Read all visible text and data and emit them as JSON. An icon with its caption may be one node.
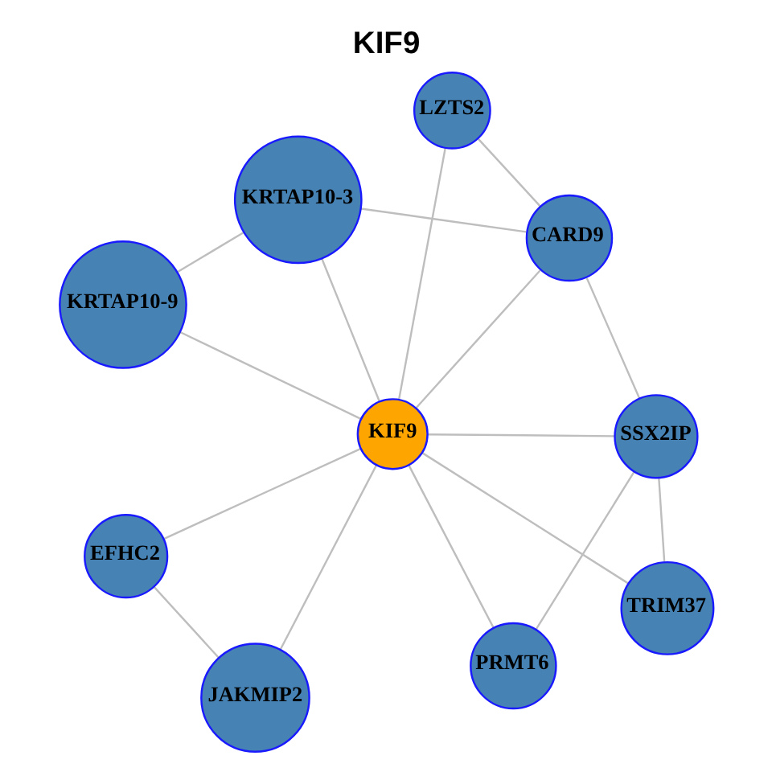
{
  "diagram": {
    "title": "KIF9",
    "nodes": [
      {
        "text": [
          "KRTAP10-9"
        ]
      },
      {
        "text": [
          "KRTAP10-3"
        ]
      },
      {
        "text": [
          "JAKMIP2"
        ]
      },
      {
        "text": [
          "LZTS2"
        ]
      },
      {
        "text": [
          "CARD9"
        ]
      },
      {
        "text": [
          "KIF9"
        ]
      },
      {
        "text": [
          "EFHC2"
        ]
      },
      {
        "text": [
          "SSX2IP"
        ]
      },
      {
        "text": [
          "PRMT6"
        ]
      },
      {
        "text": [
          "TRIM37"
        ]
      }
    ],
    "edges": [
      {
        "from": 0,
        "to": 1,
        "arrow": "none"
      },
      {
        "from": 0,
        "to": 5,
        "arrow": "none"
      },
      {
        "from": 1,
        "to": 5,
        "arrow": "none"
      },
      {
        "from": 1,
        "to": 4,
        "arrow": "none"
      },
      {
        "from": 3,
        "to": 4,
        "arrow": "none"
      },
      {
        "from": 3,
        "to": 5,
        "arrow": "none"
      },
      {
        "from": 4,
        "to": 5,
        "arrow": "none"
      },
      {
        "from": 4,
        "to": 7,
        "arrow": "none"
      },
      {
        "from": 2,
        "to": 5,
        "arrow": "none"
      },
      {
        "from": 2,
        "to": 6,
        "arrow": "none"
      },
      {
        "from": 5,
        "to": 6,
        "arrow": "none"
      },
      {
        "from": 5,
        "to": 7,
        "arrow": "none"
      },
      {
        "from": 5,
        "to": 8,
        "arrow": "none"
      },
      {
        "from": 5,
        "to": 9,
        "arrow": "none"
      },
      {
        "from": 7,
        "to": 8,
        "arrow": "none"
      },
      {
        "from": 7,
        "to": 9,
        "arrow": "none"
      }
    ]
  }
}
